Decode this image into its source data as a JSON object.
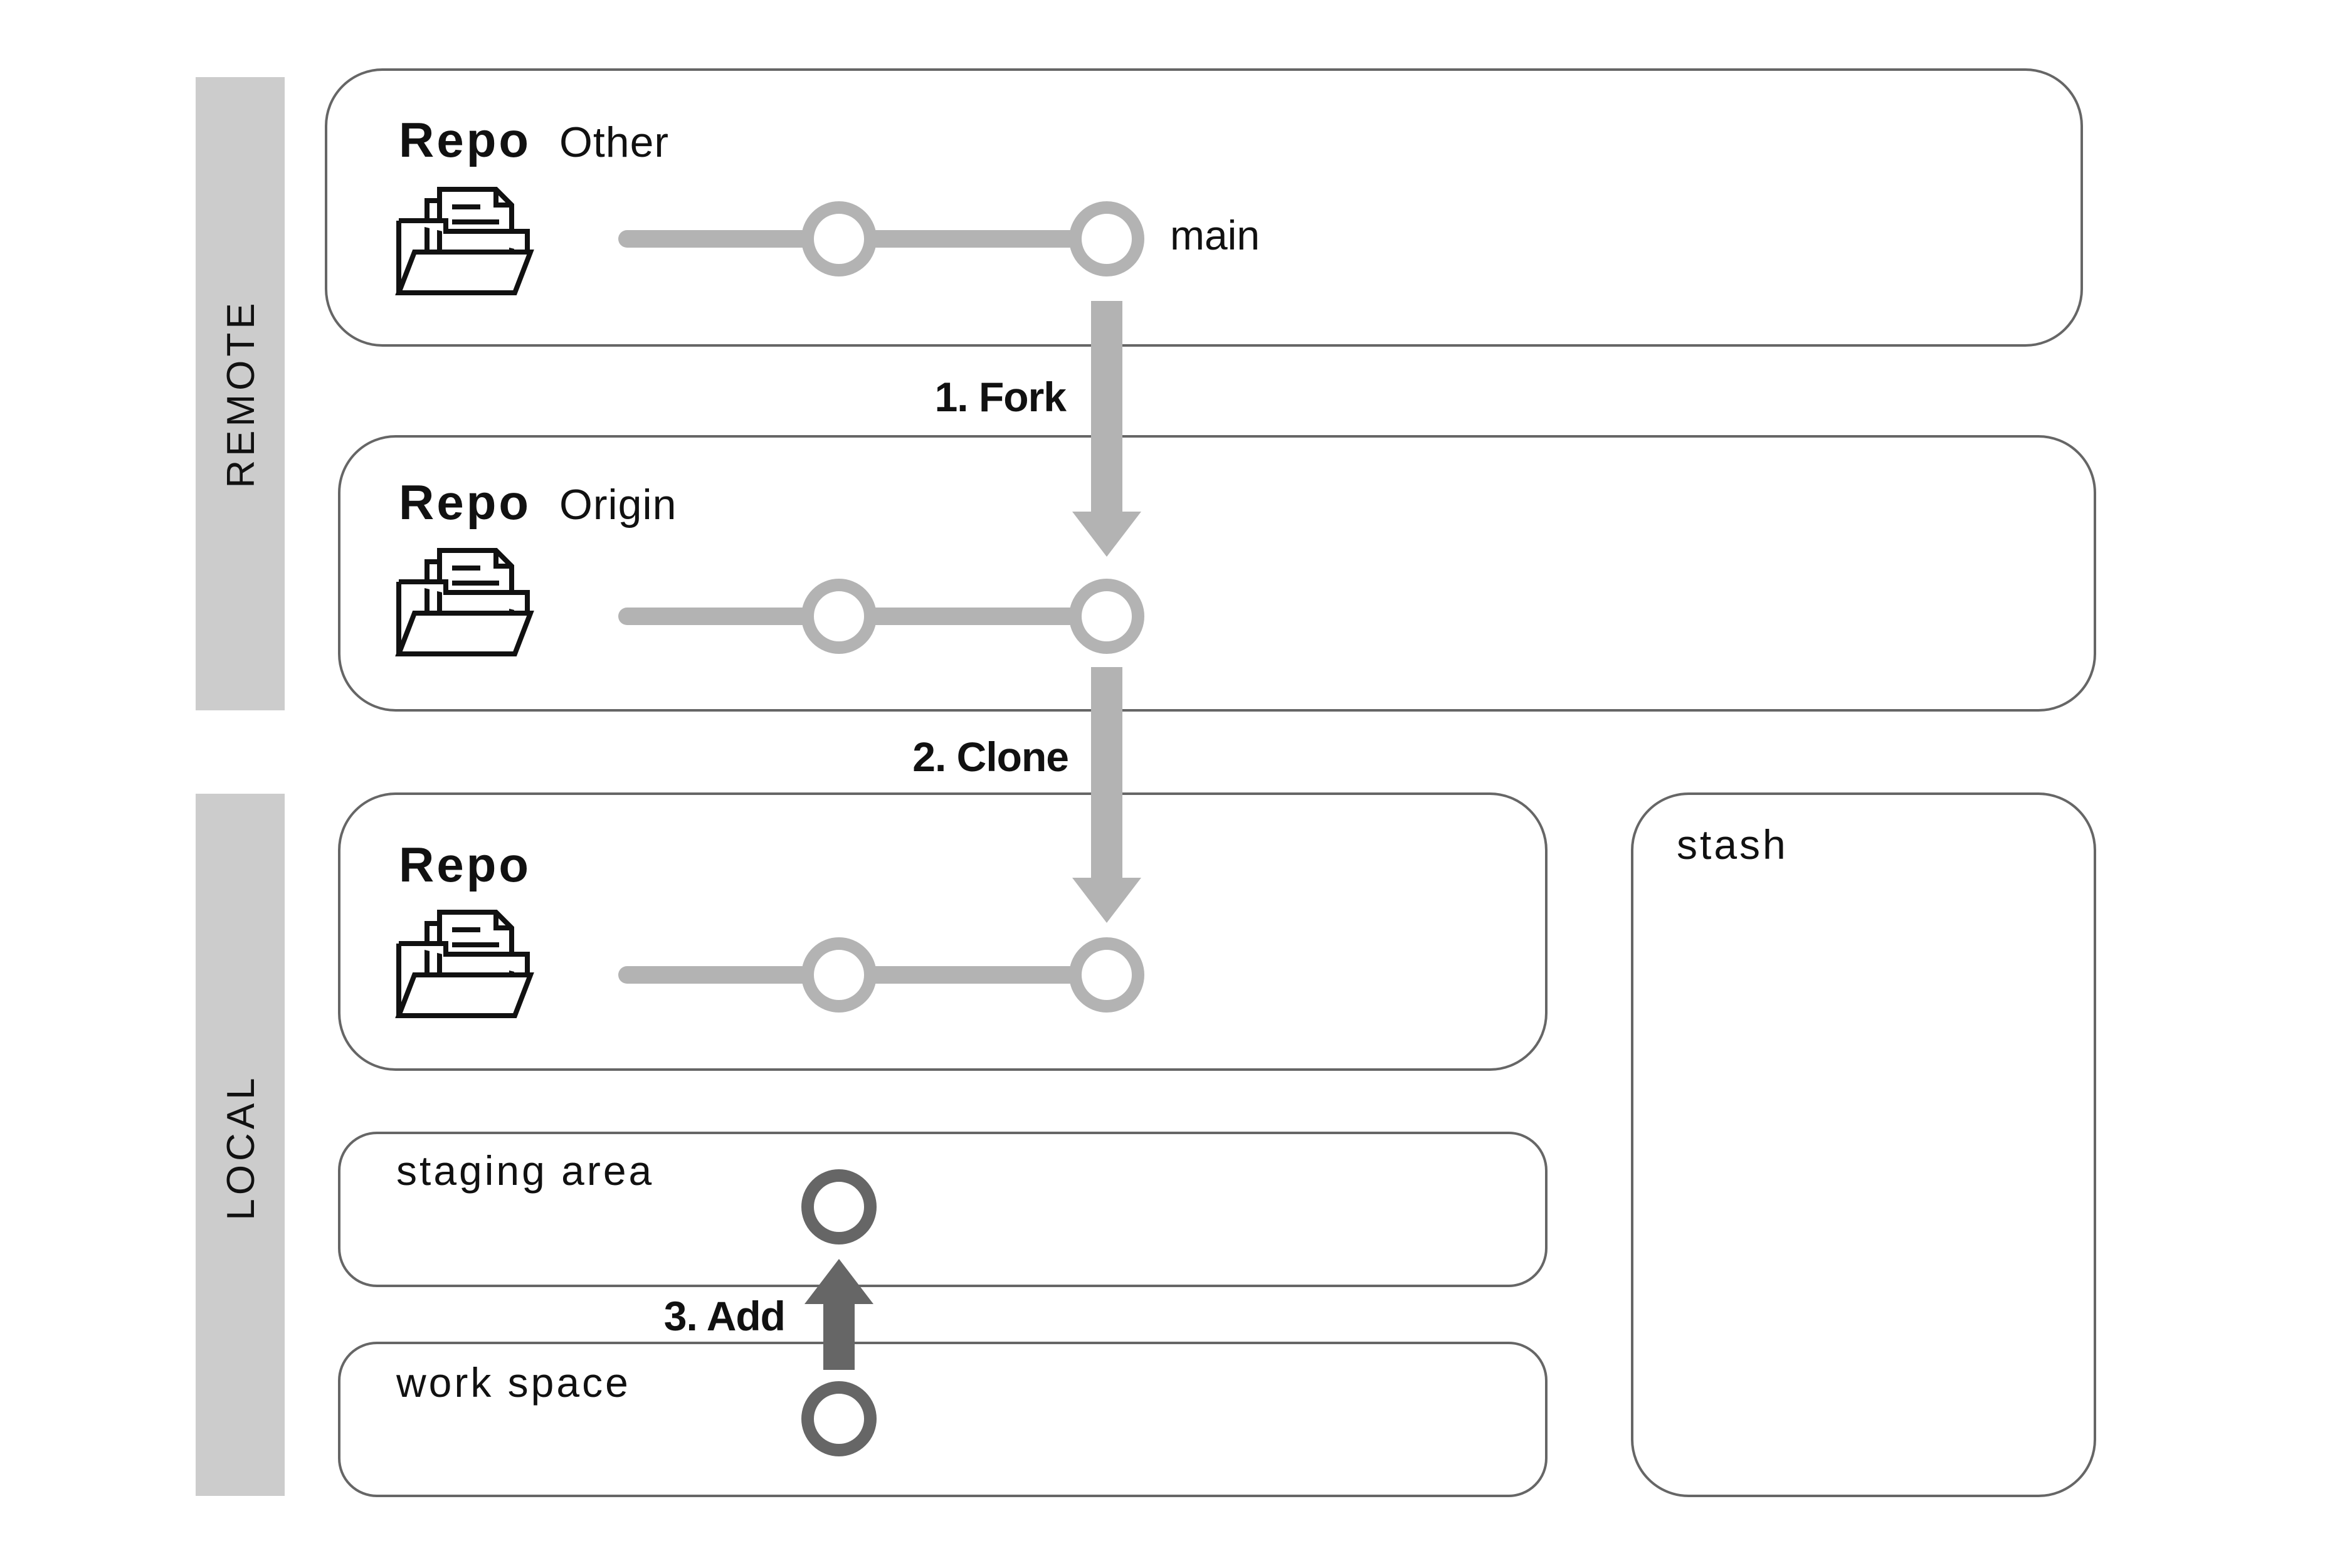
{
  "sections": {
    "remote_label": "REMOTE",
    "local_label": "LOCAL"
  },
  "repos": {
    "other": {
      "title": "Repo",
      "subtitle": "Other",
      "branch_label": "main"
    },
    "origin": {
      "title": "Repo",
      "subtitle": "Origin"
    },
    "local": {
      "title": "Repo"
    }
  },
  "areas": {
    "staging": "staging area",
    "workspace": "work space",
    "stash": "stash"
  },
  "steps": {
    "fork": "1. Fork",
    "clone": "2. Clone",
    "add": "3. Add"
  },
  "colors": {
    "side_band": "#cccccc",
    "box_stroke": "#666666",
    "commit_light": "#b3b3b3",
    "commit_dark": "#666666",
    "icon": "#111111",
    "text": "#111111"
  },
  "icons": {
    "repo": "folder-with-documents-icon"
  }
}
